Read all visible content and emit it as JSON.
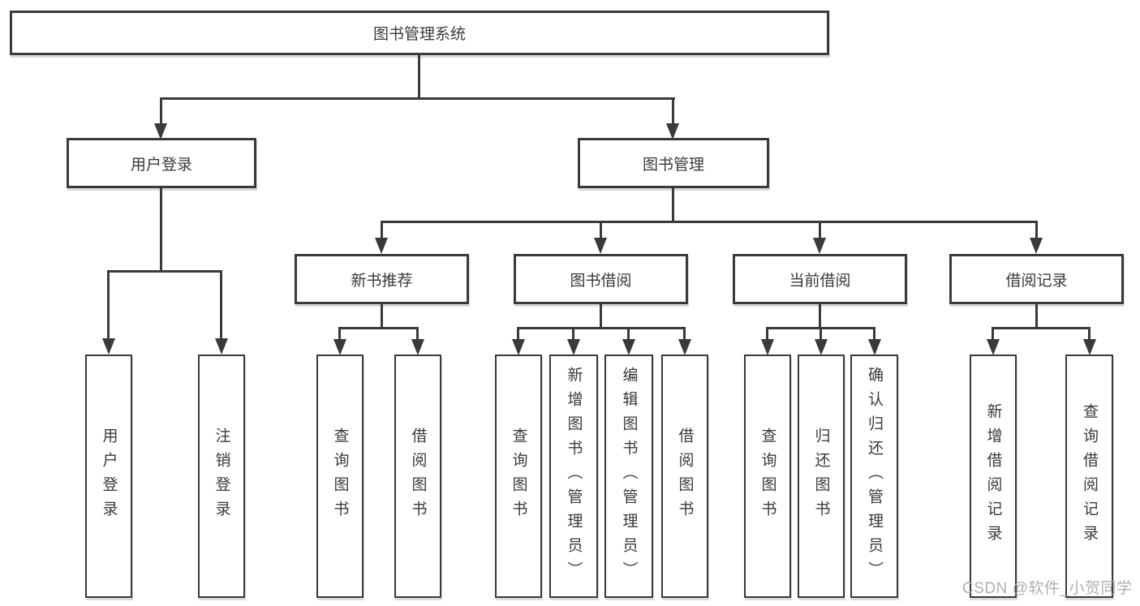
{
  "diagram": {
    "root": {
      "label": "图书管理系统"
    },
    "children": [
      {
        "label": "用户登录",
        "children": [
          {
            "label": "用户登录"
          },
          {
            "label": "注销登录"
          }
        ]
      },
      {
        "label": "图书管理",
        "children": [
          {
            "label": "新书推荐",
            "children": [
              {
                "label": "查询图书"
              },
              {
                "label": "借阅图书"
              }
            ]
          },
          {
            "label": "图书借阅",
            "children": [
              {
                "label": "查询图书"
              },
              {
                "label": "新增图书（管理员）"
              },
              {
                "label": "编辑图书（管理员）"
              },
              {
                "label": "借阅图书"
              }
            ]
          },
          {
            "label": "当前借阅",
            "children": [
              {
                "label": "查询图书"
              },
              {
                "label": "归还图书"
              },
              {
                "label": "确认归还（管理员）"
              }
            ]
          },
          {
            "label": "借阅记录",
            "children": [
              {
                "label": "新增借阅记录"
              },
              {
                "label": "查询借阅记录"
              }
            ]
          }
        ]
      }
    ]
  },
  "watermark": {
    "text": "CSDN @软件_小贺同学"
  },
  "colors": {
    "line": "#3a3a3a",
    "box_border": "#3a3a3a",
    "box_fill": "#ffffff",
    "text": "#3a3a3a",
    "watermark": "#a8a8a8",
    "background": "#ffffff"
  }
}
